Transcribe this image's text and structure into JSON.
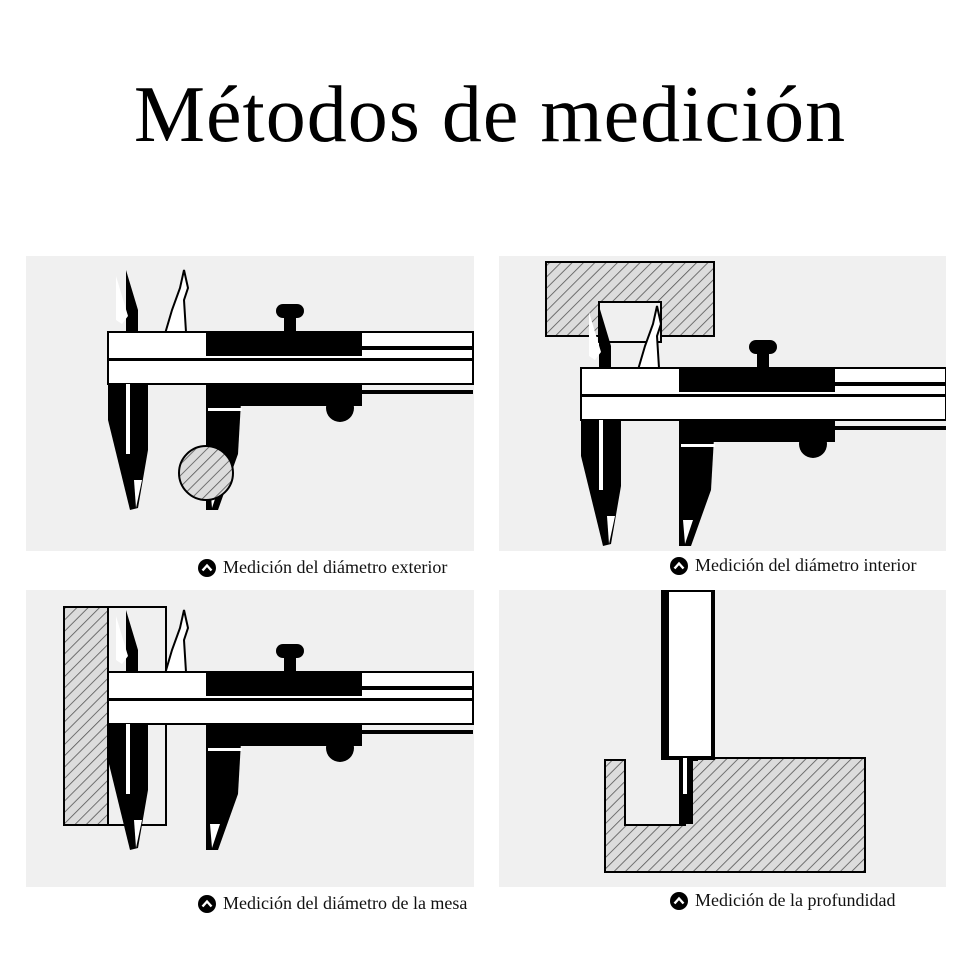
{
  "title": "Métodos de medición",
  "captions": [
    "Medición del diámetro exterior",
    "Medición del diámetro interior",
    "Medición del diámetro de la mesa",
    "Medición de la profundidad"
  ],
  "colors": {
    "panel": "#f0f0f0",
    "ink": "#000000",
    "hatch_fill": "#d9d9d9"
  }
}
